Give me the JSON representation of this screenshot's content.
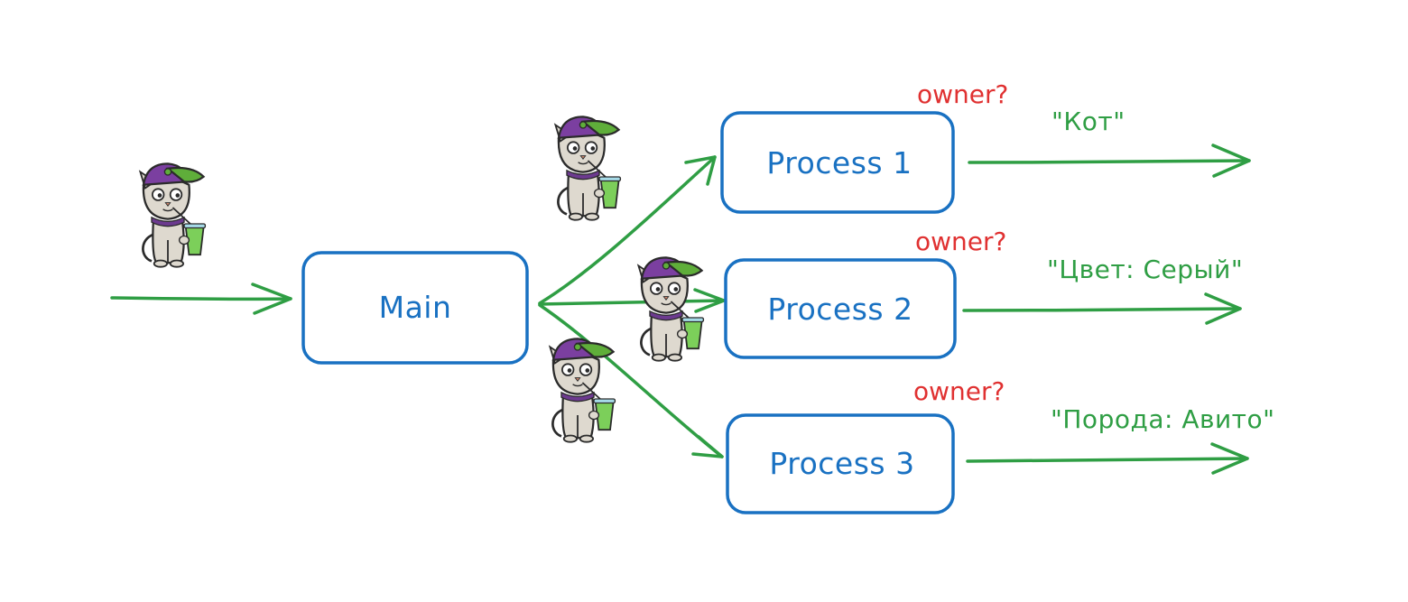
{
  "colors": {
    "box_stroke": "#1971c2",
    "arrow": "#2f9e44",
    "owner": "#e03131",
    "output": "#2f9e44"
  },
  "nodes": {
    "main": {
      "label": "Main"
    },
    "process_1": {
      "label": "Process 1",
      "owner": "owner?",
      "output": "\"Кот\""
    },
    "process_2": {
      "label": "Process 2",
      "owner": "owner?",
      "output": "\"Цвет: Серый\""
    },
    "process_3": {
      "label": "Process 3",
      "owner": "owner?",
      "output": "\"Порода: Авито\""
    }
  },
  "icons": [
    "cat-mascot-icon",
    "cat-mascot-icon",
    "cat-mascot-icon",
    "cat-mascot-icon"
  ]
}
